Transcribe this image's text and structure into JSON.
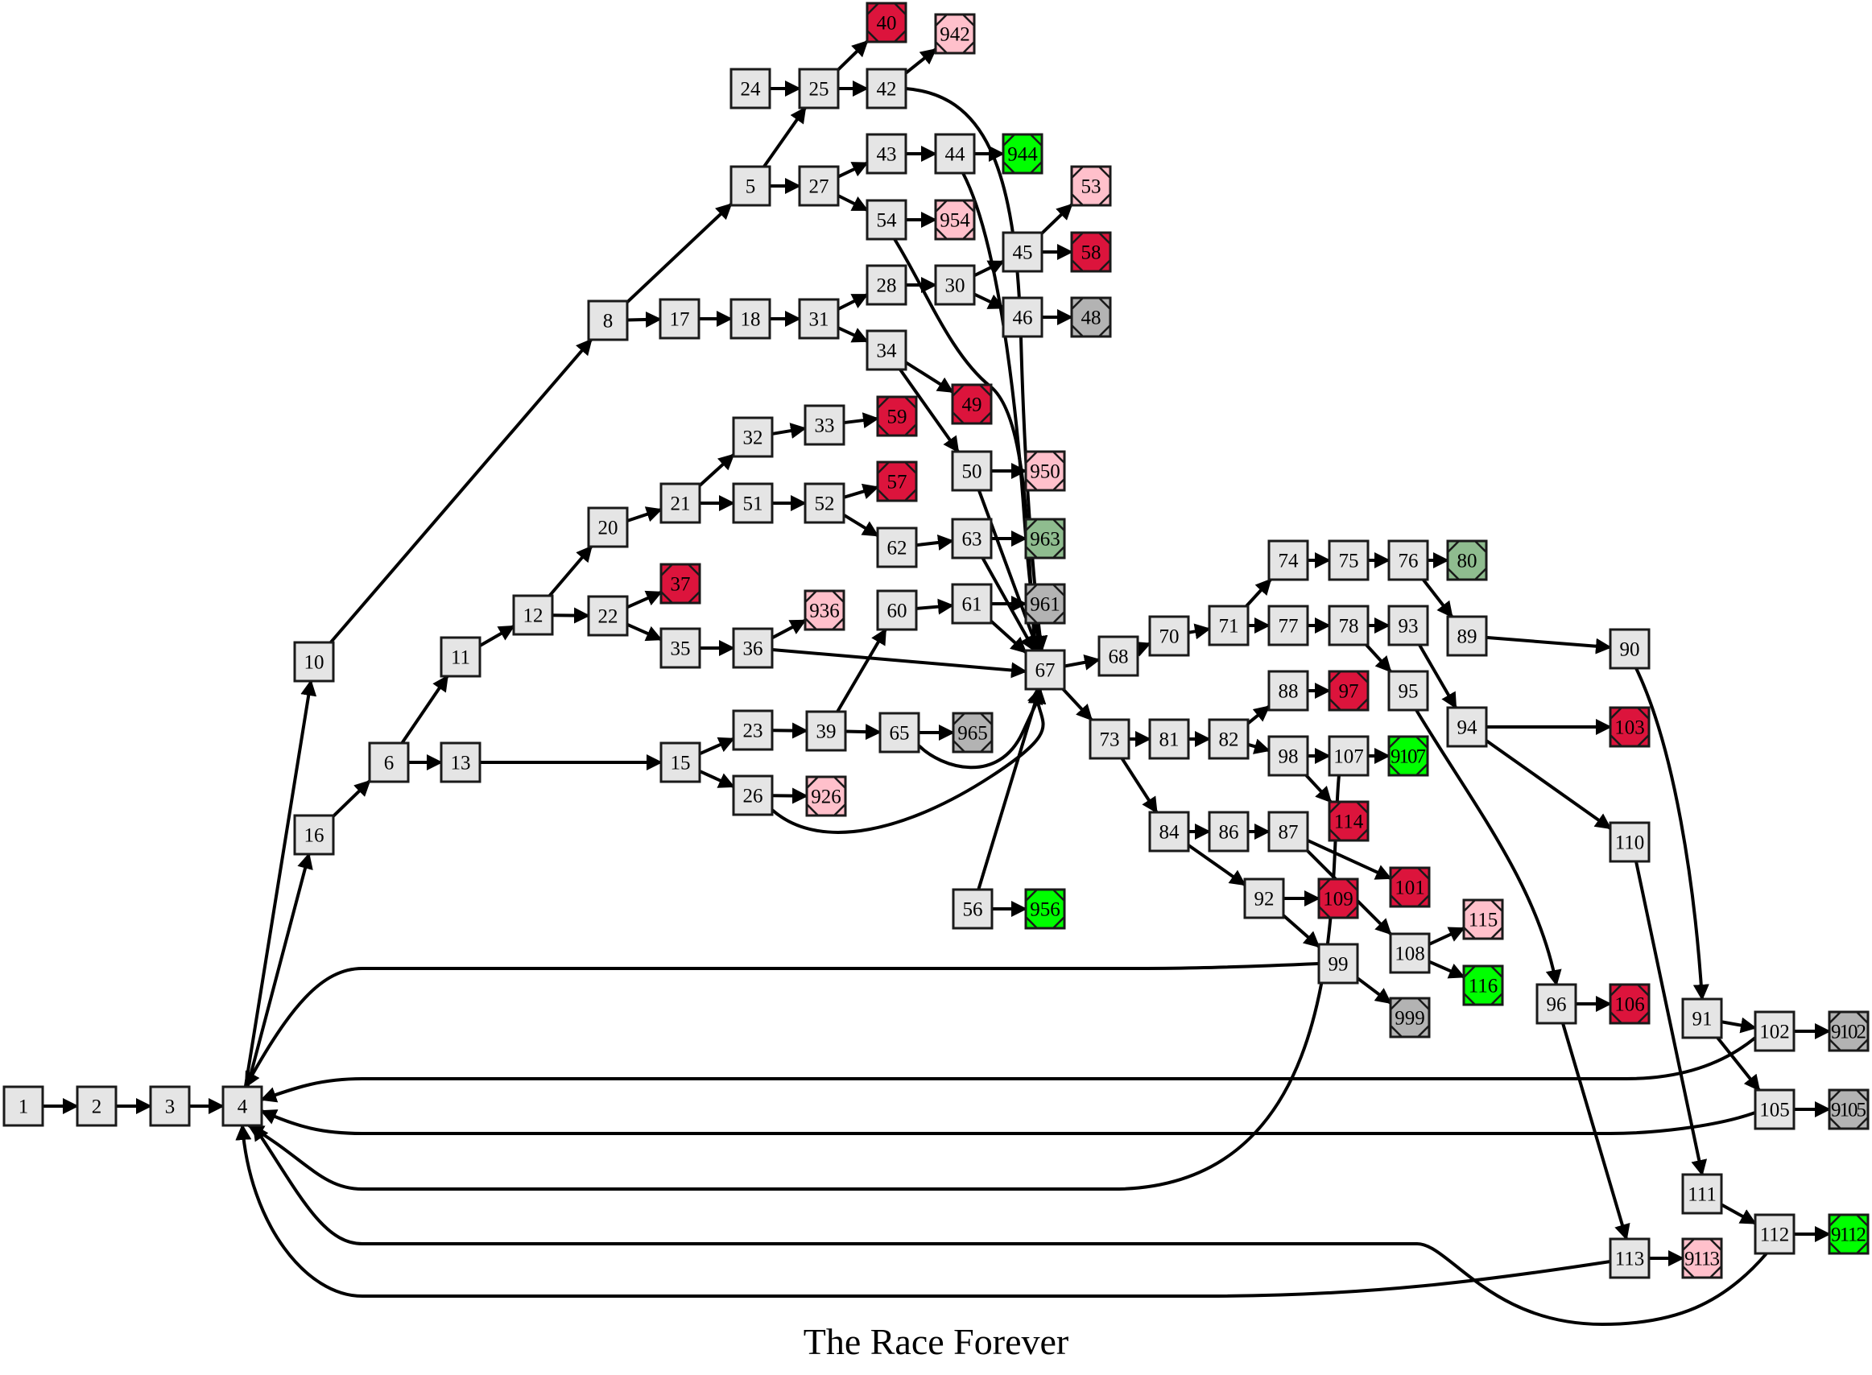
{
  "title": "The Race Forever",
  "colors": {
    "default": "#e5e5e5",
    "crimson": "#dc143c",
    "pink": "#ffc0cb",
    "green": "#00ff00",
    "darkseagreen": "#8fbc8f",
    "gray": "#b3b3b3"
  },
  "nodes": [
    {
      "id": "1",
      "style": "default"
    },
    {
      "id": "2",
      "style": "default"
    },
    {
      "id": "3",
      "style": "default"
    },
    {
      "id": "4",
      "style": "default"
    },
    {
      "id": "5",
      "style": "default"
    },
    {
      "id": "6",
      "style": "default"
    },
    {
      "id": "8",
      "style": "default"
    },
    {
      "id": "10",
      "style": "default"
    },
    {
      "id": "11",
      "style": "default"
    },
    {
      "id": "12",
      "style": "default"
    },
    {
      "id": "13",
      "style": "default"
    },
    {
      "id": "15",
      "style": "default"
    },
    {
      "id": "16",
      "style": "default"
    },
    {
      "id": "17",
      "style": "default"
    },
    {
      "id": "18",
      "style": "default"
    },
    {
      "id": "20",
      "style": "default"
    },
    {
      "id": "21",
      "style": "default"
    },
    {
      "id": "22",
      "style": "default"
    },
    {
      "id": "23",
      "style": "default"
    },
    {
      "id": "24",
      "style": "default"
    },
    {
      "id": "25",
      "style": "default"
    },
    {
      "id": "26",
      "style": "default"
    },
    {
      "id": "27",
      "style": "default"
    },
    {
      "id": "28",
      "style": "default"
    },
    {
      "id": "30",
      "style": "default"
    },
    {
      "id": "31",
      "style": "default"
    },
    {
      "id": "32",
      "style": "default"
    },
    {
      "id": "33",
      "style": "default"
    },
    {
      "id": "34",
      "style": "default"
    },
    {
      "id": "35",
      "style": "default"
    },
    {
      "id": "36",
      "style": "default"
    },
    {
      "id": "37",
      "style": "crimson"
    },
    {
      "id": "39",
      "style": "default"
    },
    {
      "id": "40",
      "style": "crimson"
    },
    {
      "id": "42",
      "style": "default"
    },
    {
      "id": "43",
      "style": "default"
    },
    {
      "id": "44",
      "style": "default"
    },
    {
      "id": "45",
      "style": "default"
    },
    {
      "id": "46",
      "style": "default"
    },
    {
      "id": "48",
      "style": "gray"
    },
    {
      "id": "49",
      "style": "crimson"
    },
    {
      "id": "50",
      "style": "default"
    },
    {
      "id": "51",
      "style": "default"
    },
    {
      "id": "52",
      "style": "default"
    },
    {
      "id": "53",
      "style": "pink"
    },
    {
      "id": "54",
      "style": "default"
    },
    {
      "id": "56",
      "style": "default"
    },
    {
      "id": "57",
      "style": "crimson"
    },
    {
      "id": "58",
      "style": "crimson"
    },
    {
      "id": "59",
      "style": "crimson"
    },
    {
      "id": "60",
      "style": "default"
    },
    {
      "id": "61",
      "style": "default"
    },
    {
      "id": "62",
      "style": "default"
    },
    {
      "id": "63",
      "style": "default"
    },
    {
      "id": "65",
      "style": "default"
    },
    {
      "id": "67",
      "style": "default"
    },
    {
      "id": "68",
      "style": "default"
    },
    {
      "id": "70",
      "style": "default"
    },
    {
      "id": "71",
      "style": "default"
    },
    {
      "id": "73",
      "style": "default"
    },
    {
      "id": "74",
      "style": "default"
    },
    {
      "id": "75",
      "style": "default"
    },
    {
      "id": "76",
      "style": "default"
    },
    {
      "id": "77",
      "style": "default"
    },
    {
      "id": "78",
      "style": "default"
    },
    {
      "id": "80",
      "style": "darkseagreen"
    },
    {
      "id": "81",
      "style": "default"
    },
    {
      "id": "82",
      "style": "default"
    },
    {
      "id": "84",
      "style": "default"
    },
    {
      "id": "86",
      "style": "default"
    },
    {
      "id": "87",
      "style": "default"
    },
    {
      "id": "88",
      "style": "default"
    },
    {
      "id": "89",
      "style": "default"
    },
    {
      "id": "90",
      "style": "default"
    },
    {
      "id": "91",
      "style": "default"
    },
    {
      "id": "92",
      "style": "default"
    },
    {
      "id": "93",
      "style": "default"
    },
    {
      "id": "94",
      "style": "default"
    },
    {
      "id": "95",
      "style": "default"
    },
    {
      "id": "96",
      "style": "default"
    },
    {
      "id": "97",
      "style": "crimson"
    },
    {
      "id": "98",
      "style": "default"
    },
    {
      "id": "99",
      "style": "default"
    },
    {
      "id": "101",
      "style": "crimson"
    },
    {
      "id": "102",
      "style": "default"
    },
    {
      "id": "103",
      "style": "crimson"
    },
    {
      "id": "105",
      "style": "default"
    },
    {
      "id": "106",
      "style": "crimson"
    },
    {
      "id": "107",
      "style": "default"
    },
    {
      "id": "108",
      "style": "default"
    },
    {
      "id": "109",
      "style": "crimson"
    },
    {
      "id": "110",
      "style": "default"
    },
    {
      "id": "111",
      "style": "default"
    },
    {
      "id": "112",
      "style": "default"
    },
    {
      "id": "113",
      "style": "default"
    },
    {
      "id": "114",
      "style": "crimson"
    },
    {
      "id": "115",
      "style": "pink"
    },
    {
      "id": "116",
      "style": "green"
    },
    {
      "id": "926",
      "style": "pink"
    },
    {
      "id": "936",
      "style": "pink"
    },
    {
      "id": "942",
      "style": "pink"
    },
    {
      "id": "944",
      "style": "green"
    },
    {
      "id": "950",
      "style": "pink"
    },
    {
      "id": "954",
      "style": "pink"
    },
    {
      "id": "956",
      "style": "green"
    },
    {
      "id": "961",
      "style": "gray"
    },
    {
      "id": "963",
      "style": "darkseagreen"
    },
    {
      "id": "965",
      "style": "gray"
    },
    {
      "id": "999",
      "style": "gray"
    },
    {
      "id": "9102",
      "style": "gray"
    },
    {
      "id": "9105",
      "style": "gray"
    },
    {
      "id": "9107",
      "style": "green"
    },
    {
      "id": "9112",
      "style": "green"
    },
    {
      "id": "9113",
      "style": "pink"
    }
  ],
  "edges": [
    [
      "1",
      "2"
    ],
    [
      "2",
      "3"
    ],
    [
      "3",
      "4"
    ],
    [
      "4",
      "10"
    ],
    [
      "4",
      "16"
    ],
    [
      "10",
      "8"
    ],
    [
      "16",
      "6"
    ],
    [
      "8",
      "5"
    ],
    [
      "8",
      "17"
    ],
    [
      "17",
      "18"
    ],
    [
      "18",
      "31"
    ],
    [
      "5",
      "25"
    ],
    [
      "5",
      "27"
    ],
    [
      "24",
      "25"
    ],
    [
      "25",
      "40"
    ],
    [
      "25",
      "42"
    ],
    [
      "42",
      "942"
    ],
    [
      "42",
      "67"
    ],
    [
      "27",
      "43"
    ],
    [
      "27",
      "54"
    ],
    [
      "43",
      "44"
    ],
    [
      "44",
      "944"
    ],
    [
      "44",
      "67"
    ],
    [
      "54",
      "954"
    ],
    [
      "54",
      "67"
    ],
    [
      "31",
      "28"
    ],
    [
      "31",
      "34"
    ],
    [
      "28",
      "30"
    ],
    [
      "30",
      "45"
    ],
    [
      "30",
      "46"
    ],
    [
      "45",
      "53"
    ],
    [
      "45",
      "58"
    ],
    [
      "46",
      "48"
    ],
    [
      "34",
      "49"
    ],
    [
      "34",
      "50"
    ],
    [
      "50",
      "950"
    ],
    [
      "50",
      "67"
    ],
    [
      "6",
      "11"
    ],
    [
      "6",
      "13"
    ],
    [
      "11",
      "12"
    ],
    [
      "12",
      "20"
    ],
    [
      "12",
      "22"
    ],
    [
      "20",
      "21"
    ],
    [
      "21",
      "32"
    ],
    [
      "21",
      "51"
    ],
    [
      "32",
      "33"
    ],
    [
      "33",
      "59"
    ],
    [
      "51",
      "52"
    ],
    [
      "52",
      "57"
    ],
    [
      "52",
      "62"
    ],
    [
      "62",
      "63"
    ],
    [
      "63",
      "963"
    ],
    [
      "63",
      "67"
    ],
    [
      "22",
      "37"
    ],
    [
      "22",
      "35"
    ],
    [
      "35",
      "36"
    ],
    [
      "36",
      "936"
    ],
    [
      "36",
      "67"
    ],
    [
      "13",
      "15"
    ],
    [
      "15",
      "23"
    ],
    [
      "15",
      "26"
    ],
    [
      "23",
      "39"
    ],
    [
      "39",
      "60"
    ],
    [
      "39",
      "65"
    ],
    [
      "60",
      "61"
    ],
    [
      "61",
      "961"
    ],
    [
      "61",
      "67"
    ],
    [
      "65",
      "965"
    ],
    [
      "65",
      "67"
    ],
    [
      "26",
      "926"
    ],
    [
      "26",
      "67"
    ],
    [
      "56",
      "956"
    ],
    [
      "56",
      "67"
    ],
    [
      "67",
      "68"
    ],
    [
      "67",
      "73"
    ],
    [
      "68",
      "70"
    ],
    [
      "70",
      "71"
    ],
    [
      "71",
      "74"
    ],
    [
      "71",
      "77"
    ],
    [
      "74",
      "75"
    ],
    [
      "75",
      "76"
    ],
    [
      "76",
      "80"
    ],
    [
      "76",
      "89"
    ],
    [
      "77",
      "78"
    ],
    [
      "78",
      "93"
    ],
    [
      "78",
      "95"
    ],
    [
      "89",
      "90"
    ],
    [
      "93",
      "94"
    ],
    [
      "94",
      "103"
    ],
    [
      "94",
      "110"
    ],
    [
      "95",
      "96"
    ],
    [
      "90",
      "91"
    ],
    [
      "73",
      "81"
    ],
    [
      "73",
      "84"
    ],
    [
      "81",
      "82"
    ],
    [
      "82",
      "88"
    ],
    [
      "82",
      "98"
    ],
    [
      "88",
      "97"
    ],
    [
      "98",
      "107"
    ],
    [
      "98",
      "114"
    ],
    [
      "107",
      "9107"
    ],
    [
      "107",
      "4"
    ],
    [
      "84",
      "86"
    ],
    [
      "84",
      "92"
    ],
    [
      "86",
      "87"
    ],
    [
      "87",
      "101"
    ],
    [
      "87",
      "108"
    ],
    [
      "92",
      "109"
    ],
    [
      "92",
      "99"
    ],
    [
      "99",
      "999"
    ],
    [
      "99",
      "4"
    ],
    [
      "108",
      "115"
    ],
    [
      "108",
      "116"
    ],
    [
      "96",
      "106"
    ],
    [
      "96",
      "113"
    ],
    [
      "91",
      "102"
    ],
    [
      "91",
      "105"
    ],
    [
      "102",
      "9102"
    ],
    [
      "102",
      "4"
    ],
    [
      "105",
      "9105"
    ],
    [
      "105",
      "4"
    ],
    [
      "110",
      "111"
    ],
    [
      "111",
      "112"
    ],
    [
      "112",
      "9112"
    ],
    [
      "112",
      "4"
    ],
    [
      "113",
      "9113"
    ],
    [
      "113",
      "4"
    ]
  ]
}
